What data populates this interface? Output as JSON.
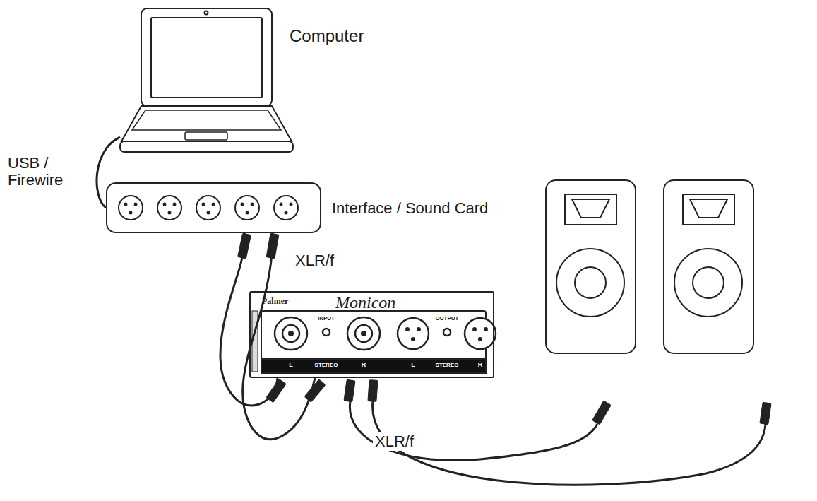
{
  "diagram": {
    "nodes": [
      {
        "text": [
          "Computer"
        ]
      },
      {
        "text": [
          "Interface / Sound Card"
        ]
      },
      {
        "text": [
          "Palmer",
          "Monicon"
        ]
      }
    ],
    "edges": [
      {
        "from": 0,
        "to": 1,
        "arrow": "none",
        "label": "USB / Firewire"
      },
      {
        "from": 1,
        "to": 2,
        "arrow": "none",
        "label": "XLR/f"
      },
      {
        "from": 1,
        "to": 2,
        "arrow": "none"
      }
    ],
    "labels": [
      "XLR/f",
      "INPUT",
      "STEREO",
      "L",
      "R",
      "OUTPUT",
      "STEREO",
      "L",
      "R"
    ]
  }
}
